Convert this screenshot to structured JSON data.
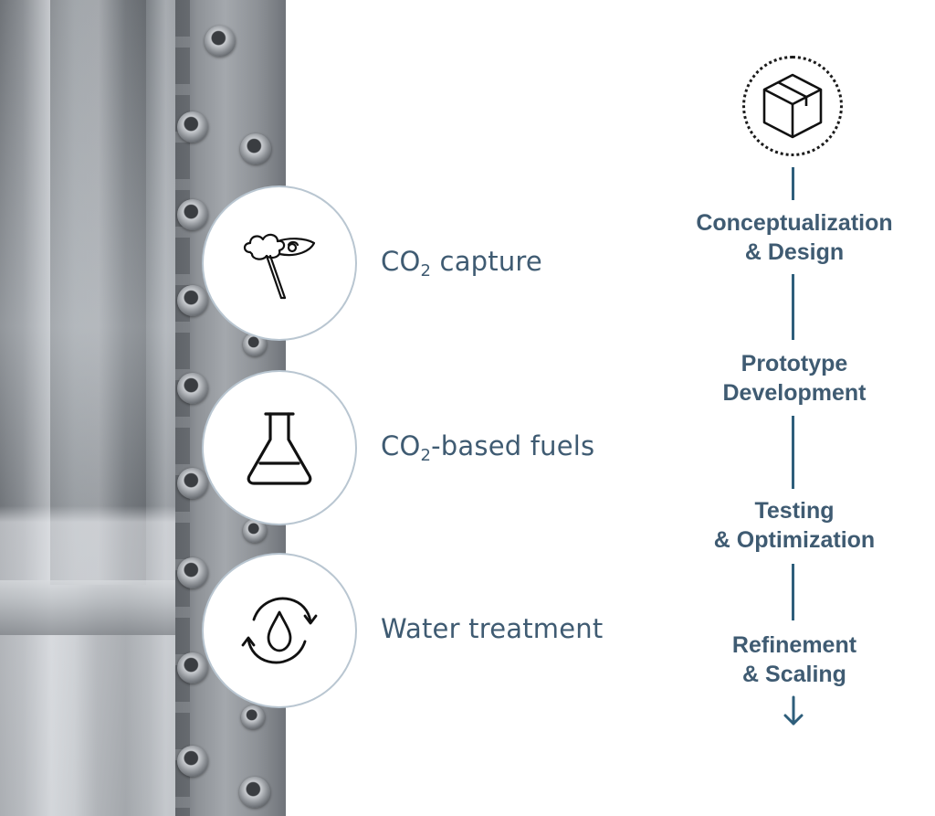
{
  "features": [
    {
      "icon": "net-catching-cloud-icon",
      "text_prefix": "CO",
      "subscript": "2",
      "text_suffix": " capture"
    },
    {
      "icon": "flask-icon",
      "text_prefix": "CO",
      "subscript": "2",
      "text_suffix": "-based fuels"
    },
    {
      "icon": "water-cycle-icon",
      "text": "Water treatment"
    }
  ],
  "process": {
    "icon": "box-icon",
    "steps": [
      {
        "line1": "Conceptualization",
        "line2": "& Design"
      },
      {
        "line1": "Prototype",
        "line2": "Development"
      },
      {
        "line1": "Testing",
        "line2": "& Optimization"
      },
      {
        "line1": "Refinement",
        "line2": "& Scaling"
      }
    ],
    "end_icon": "arrow-down-icon"
  },
  "colors": {
    "text": "#3f5b72",
    "line": "#2e5e7b",
    "circle_border": "#b9c6d1"
  }
}
